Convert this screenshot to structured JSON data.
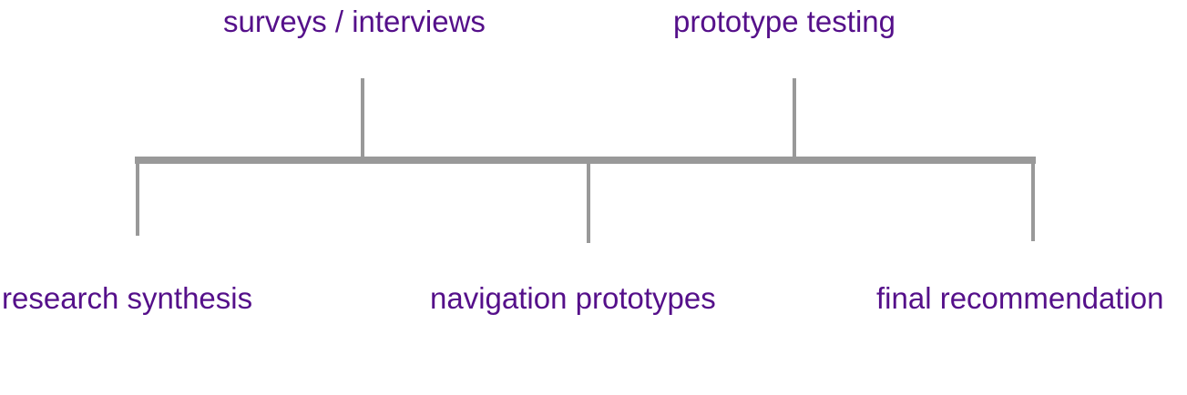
{
  "colors": {
    "line": "#999999",
    "label": "#55108a"
  },
  "milestones_above": [
    {
      "label": "surveys / interviews"
    },
    {
      "label": "prototype testing"
    }
  ],
  "milestones_below": [
    {
      "label": "research synthesis"
    },
    {
      "label": "navigation prototypes"
    },
    {
      "label": "final recommendation"
    }
  ]
}
